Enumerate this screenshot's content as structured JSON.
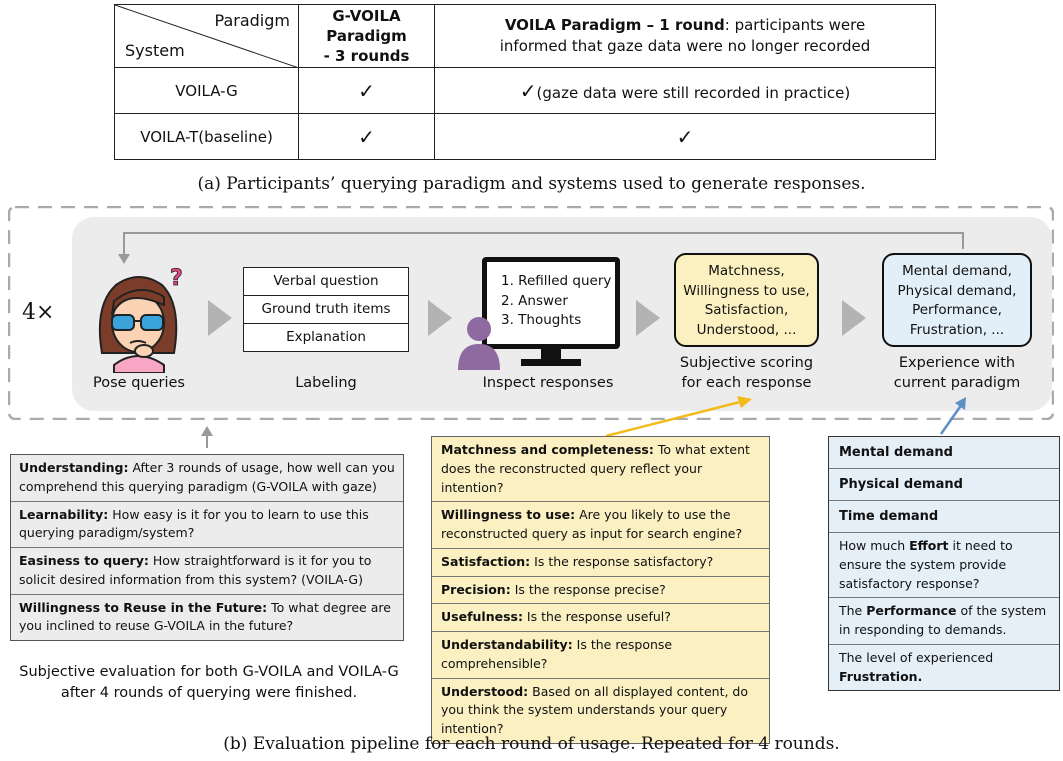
{
  "table": {
    "diag_top": "Paradigm",
    "diag_bottom": "System",
    "col2_header": [
      "G-VOILA Paradigm",
      "- 3 rounds"
    ],
    "col3_header_bold": "VOILA Paradigm – 1 round",
    "col3_header_rest_1": ": participants were",
    "col3_header_rest_2": "informed that gaze data were no longer recorded",
    "rows": [
      {
        "system": "VOILA-G",
        "g_voila": "✓",
        "voila": "✓",
        "voila_note": "(gaze data were still recorded in practice)"
      },
      {
        "system": "VOILA-T(baseline)",
        "g_voila": "✓",
        "voila": "✓",
        "voila_note": ""
      }
    ]
  },
  "caption_a": "(a) Participants’ querying paradigm and systems used to generate responses.",
  "pipeline": {
    "repeat": "4×",
    "steps": [
      {
        "label": "Pose queries"
      },
      {
        "label": "Labeling",
        "items": [
          "Verbal question",
          "Ground truth items",
          "Explanation"
        ]
      },
      {
        "label": "Inspect responses",
        "screen": [
          "1. Refilled query",
          "2. Answer",
          "3. Thoughts"
        ]
      },
      {
        "label_1": "Subjective scoring",
        "label_2": "for each response",
        "box": [
          "Matchness,",
          "Willingness to use,",
          "Satisfaction,",
          "Understood, ..."
        ]
      },
      {
        "label_1": "Experience with",
        "label_2": "current paradigm",
        "box": [
          "Mental demand,",
          "Physical demand,",
          "Performance,",
          "Frustration, ..."
        ]
      }
    ],
    "colors": {
      "panel": "#ececec",
      "yellow": "#fbf1c0",
      "blue": "#e2eef8",
      "yellow_arrow": "#f2bb1a",
      "blue_arrow": "#5d8fc4"
    }
  },
  "general_eval": {
    "items": [
      {
        "bold": "Understanding:",
        "text": " After 3 rounds of usage, how well can you comprehend this querying paradigm (G-VOILA with gaze)"
      },
      {
        "bold": "Learnability:",
        "text": " How easy is it for you to learn to use this querying paradigm/system?"
      },
      {
        "bold": "Easiness to query:",
        "text": " How straightforward is it for you to solicit desired information from this system? (VOILA-G)"
      },
      {
        "bold": "Willingness to Reuse in the Future:",
        "text": " To what degree are you inclined to reuse G-VOILA in the future?"
      }
    ],
    "caption_1": "Subjective evaluation for both G-VOILA and VOILA-G",
    "caption_2": "after 4 rounds of querying were finished."
  },
  "response_eval": {
    "items": [
      {
        "bold": "Matchness and completeness:",
        "text": " To what extent does the reconstructed query reflect your intention?"
      },
      {
        "bold": "Willingness to use:",
        "text": " Are you likely to use the reconstructed query as input for search engine?"
      },
      {
        "bold": "Satisfaction:",
        "text": " Is the response satisfactory?"
      },
      {
        "bold": "Precision:",
        "text": " Is the response precise?"
      },
      {
        "bold": "Usefulness:",
        "text": " Is the response useful?"
      },
      {
        "bold": "Understandability:",
        "text": " Is the response comprehensible?"
      },
      {
        "bold": "Understood:",
        "text": " Based on all displayed content, do you think the system understands your query intention?"
      }
    ]
  },
  "nasa_tlx": {
    "heads": [
      "Mental demand",
      "Physical demand",
      "Time demand"
    ],
    "effort": {
      "pre": "How much ",
      "bold": "Effort",
      "post": " it need to ensure the system provide satisfactory response?"
    },
    "performance": {
      "pre": "The ",
      "bold": "Performance",
      "post": " of the system in responding to demands."
    },
    "frustration": {
      "pre": "The level of experienced ",
      "bold": "Frustration."
    }
  },
  "caption_b": "(b) Evaluation pipeline for each round of usage. Repeated for 4 rounds."
}
